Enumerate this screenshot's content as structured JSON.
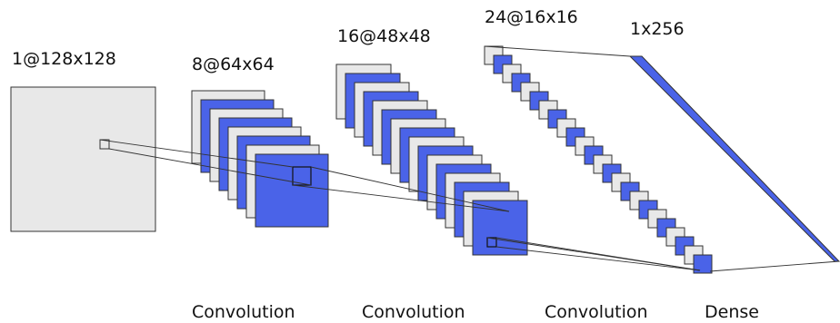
{
  "layers": [
    {
      "label": "1@128x128"
    },
    {
      "label": "8@64x64"
    },
    {
      "label": "16@48x48"
    },
    {
      "label": "24@16x16"
    },
    {
      "label": "1x256"
    }
  ],
  "operations": [
    {
      "label": "Convolution"
    },
    {
      "label": "Convolution"
    },
    {
      "label": "Convolution"
    },
    {
      "label": "Dense"
    }
  ],
  "colors": {
    "blue": "#4a63e8",
    "gray": "#e8e8e8",
    "stroke": "#333333"
  }
}
